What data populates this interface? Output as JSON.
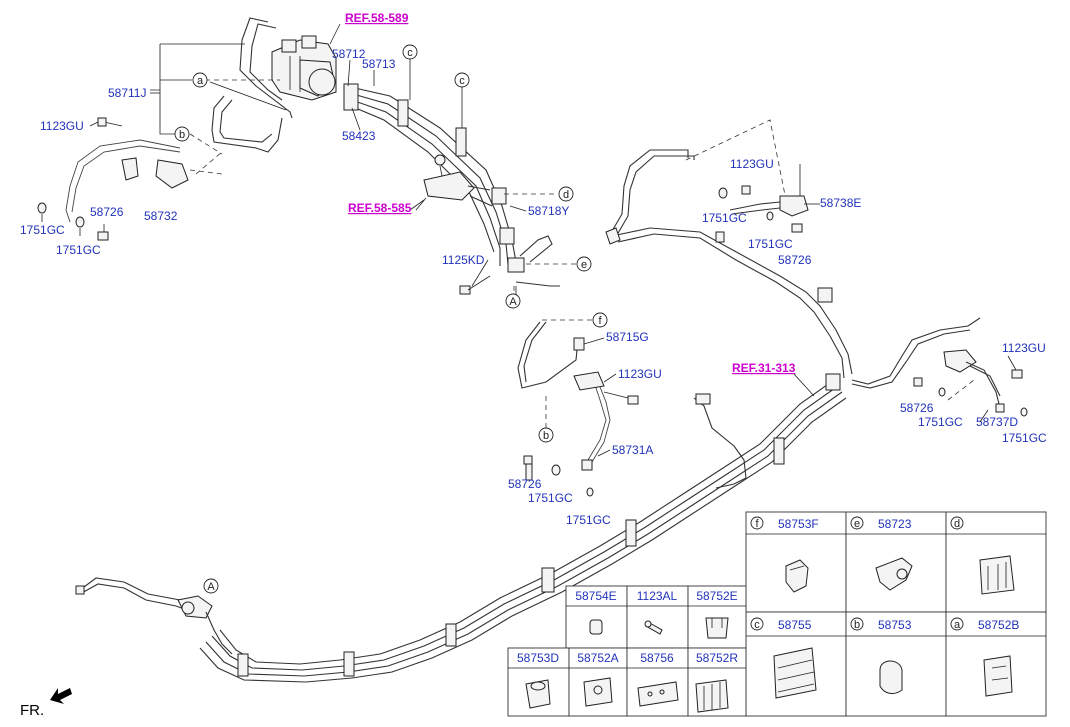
{
  "refs": {
    "ref_58_589": "REF.58-589",
    "ref_58_585": "REF.58-585",
    "ref_31_313": "REF.31-313"
  },
  "part_labels": {
    "p58711J": "58711J",
    "p1123GU_a": "1123GU",
    "p1751GC_a": "1751GC",
    "p1751GC_b": "1751GC",
    "p58726_a": "58726",
    "p58732": "58732",
    "p58712": "58712",
    "p58713": "58713",
    "p58423": "58423",
    "p58718Y": "58718Y",
    "p1125KD": "1125KD",
    "p58715G": "58715G",
    "p1123GU_b": "1123GU",
    "p58731A": "58731A",
    "p58726_b": "58726",
    "p1751GC_c": "1751GC",
    "p1751GC_d": "1751GC",
    "p1123GU_c": "1123GU",
    "p58738E": "58738E",
    "p1751GC_e": "1751GC",
    "p1751GC_f": "1751GC",
    "p58726_c": "58726",
    "p1123GU_d": "1123GU",
    "p58726_d": "58726",
    "p1751GC_g": "1751GC",
    "p58737D": "58737D",
    "p1751GC_h": "1751GC"
  },
  "callouts": {
    "a1": "a",
    "b1": "b",
    "c1": "c",
    "c2": "c",
    "d1": "d",
    "e1": "e",
    "A1": "A",
    "f1": "f",
    "b2": "b",
    "A2": "A"
  },
  "direction": "FR.",
  "legend_right": {
    "top": [
      {
        "key": "f",
        "part": "58753F"
      },
      {
        "key": "e",
        "part": "58723"
      },
      {
        "key": "d",
        "part": ""
      }
    ],
    "bottom": [
      {
        "key": "c",
        "part": "58755"
      },
      {
        "key": "b",
        "part": "58753"
      },
      {
        "key": "a",
        "part": "58752B"
      }
    ]
  },
  "legend_left": {
    "top": [
      "58754E",
      "1123AL",
      "58752E"
    ],
    "bottom": [
      "58753D",
      "58752A",
      "58756",
      "58752R"
    ]
  },
  "colors": {
    "part_label": "#2233bb",
    "ref_label": "#cc00cc",
    "line": "#333333"
  }
}
